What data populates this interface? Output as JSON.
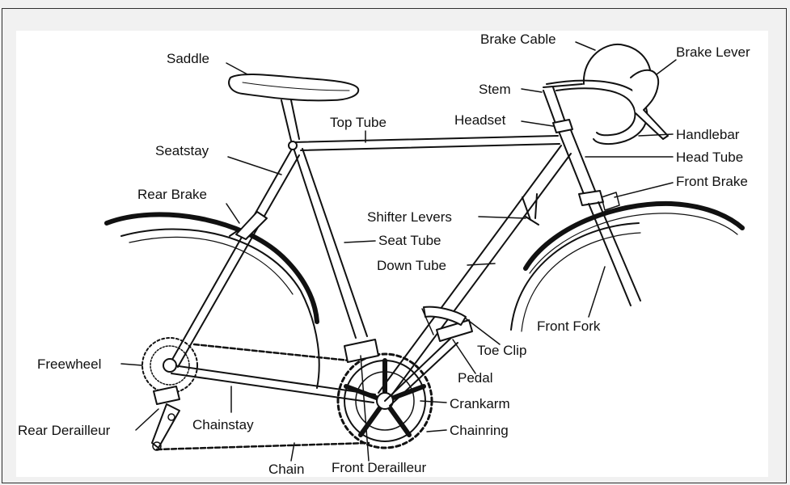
{
  "labels": {
    "saddle": "Saddle",
    "brake_cable": "Brake Cable",
    "brake_lever": "Brake Lever",
    "stem": "Stem",
    "top_tube": "Top Tube",
    "headset": "Headset",
    "handlebar": "Handlebar",
    "seatstay": "Seatstay",
    "head_tube": "Head Tube",
    "front_brake": "Front Brake",
    "rear_brake": "Rear Brake",
    "shifter_levers": "Shifter Levers",
    "seat_tube": "Seat Tube",
    "down_tube": "Down Tube",
    "front_fork": "Front Fork",
    "toe_clip": "Toe Clip",
    "freewheel": "Freewheel",
    "pedal": "Pedal",
    "crankarm": "Crankarm",
    "rear_derailleur": "Rear Derailleur",
    "chainstay": "Chainstay",
    "chainring": "Chainring",
    "chain": "Chain",
    "front_derailleur": "Front Derailleur"
  },
  "colors": {
    "ink": "#111111",
    "paper": "#ffffff",
    "border": "#2f2f2f",
    "background": "#f1f1f1"
  }
}
